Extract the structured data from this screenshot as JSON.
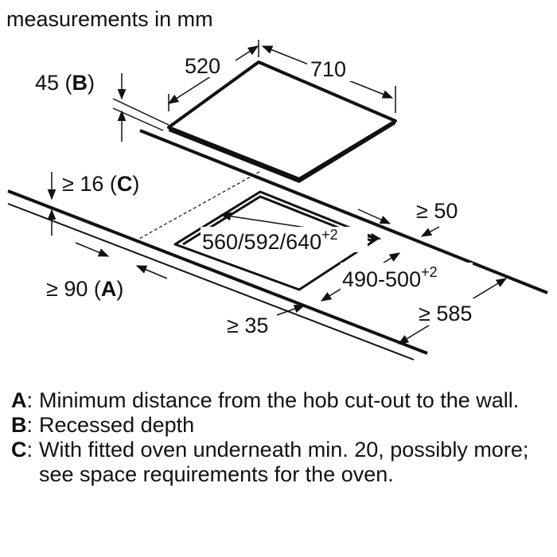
{
  "title": "measurements in mm",
  "dimensions": {
    "hob_width": "520",
    "hob_length": "710",
    "recess_depth": "45",
    "recess_depth_key": "B",
    "worktop_thickness": "≥ 16",
    "worktop_thickness_key": "C",
    "wall_distance": "≥ 90",
    "wall_distance_key": "A",
    "cutout_length": "560/592/640",
    "cutout_length_tolerance": "+2",
    "cutout_width": "490-500",
    "cutout_width_tolerance": "+2",
    "rear_distance": "≥ 50",
    "worktop_depth": "≥ 585",
    "front_distance": "≥ 35"
  },
  "legend": [
    {
      "key": "A",
      "text": "Minimum distance from the hob cut-out to the wall."
    },
    {
      "key": "B",
      "text": "Recessed depth"
    },
    {
      "key": "C",
      "text": "With fitted oven underneath min. 20, possibly more; see space requirements for the oven."
    }
  ]
}
